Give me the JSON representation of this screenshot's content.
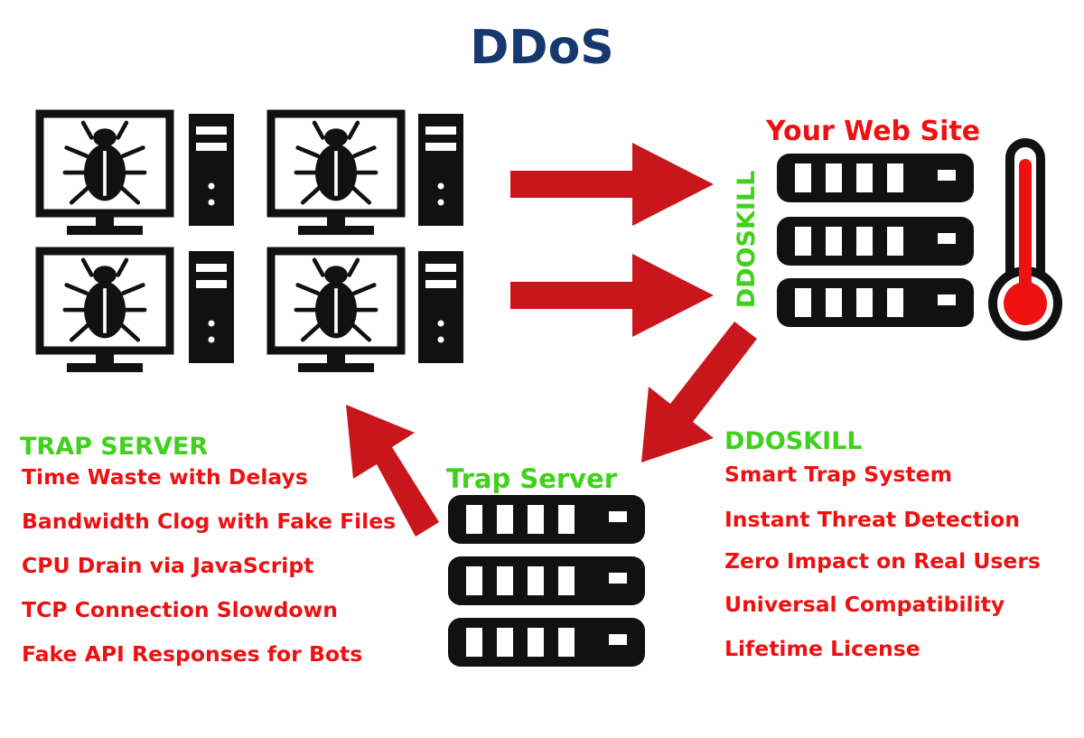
{
  "title": "DDoS",
  "site_label": "Your Web Site",
  "vertical_brand": "DDOSKILL",
  "trap_label": "Trap Server",
  "trap_server": {
    "heading": "TRAP SERVER",
    "items": [
      "Time Waste with Delays",
      "Bandwidth Clog with Fake Files",
      "CPU Drain via JavaScript",
      "TCP Connection Slowdown",
      "Fake API Responses for Bots"
    ]
  },
  "ddoskill": {
    "heading": "DDOSKILL",
    "items": [
      "Smart Trap System",
      "Instant Threat Detection",
      "Zero Impact on Real Users",
      "Universal Compatibility",
      "Lifetime License"
    ]
  },
  "colors": {
    "title": "#17386e",
    "alert_red": "#ee1111",
    "arrow_red": "#c8161c",
    "brand_green": "#3fd11b",
    "icon_black": "#111111"
  },
  "icons": [
    "bug-icon",
    "tower-pc-icon",
    "server-rack-icon",
    "thermometer-icon",
    "arrow-icon"
  ]
}
